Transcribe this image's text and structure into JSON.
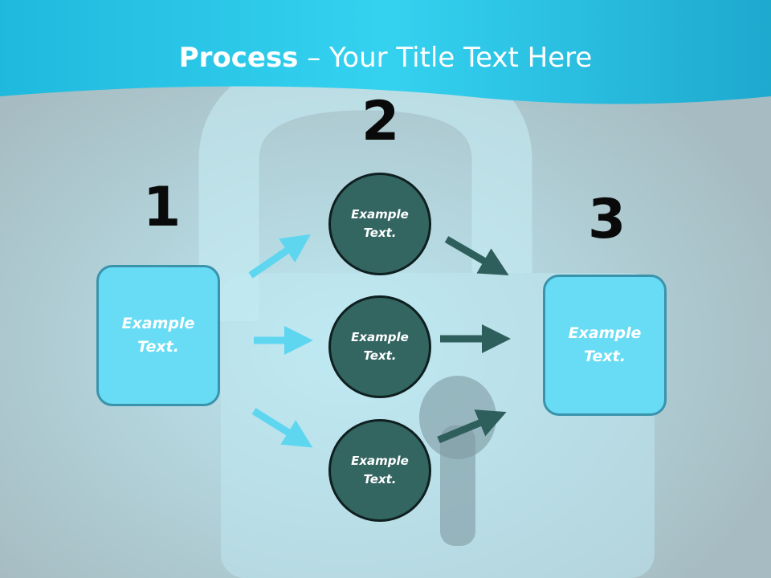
{
  "title": {
    "bold": "Process",
    "rest": " – Your Title Text Here"
  },
  "steps": {
    "one": "1",
    "two": "2",
    "three": "3"
  },
  "left_box": "Example Text.",
  "right_box": "Example Text.",
  "circles": [
    "Example Text.",
    "Example Text.",
    "Example Text."
  ],
  "colors": {
    "header": "#1ec3e6",
    "box_fill": "#67dcf4",
    "circle_fill": "#336561",
    "arrow_light": "#5fd6f0",
    "arrow_dark": "#2f5f5c"
  }
}
